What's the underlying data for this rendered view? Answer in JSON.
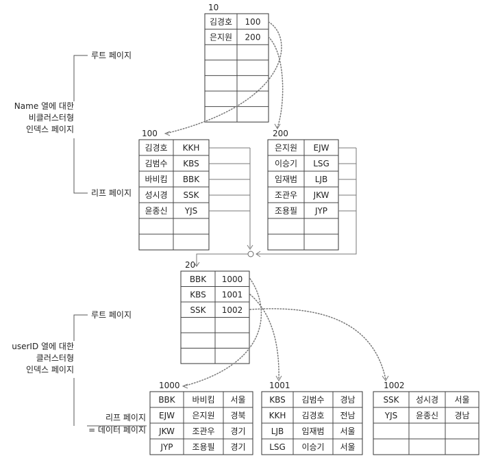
{
  "name_index": {
    "group_label": [
      "Name 열에 대한",
      "비클러스터형",
      "인덱스 페이지"
    ],
    "root_label": "루트 페이지",
    "leaf_label": "리프 페이지",
    "root_page": {
      "page_no": "10",
      "rows": [
        [
          "김경호",
          "100"
        ],
        [
          "은지원",
          "200"
        ],
        [
          "",
          ""
        ],
        [
          "",
          ""
        ],
        [
          "",
          ""
        ],
        [
          "",
          ""
        ],
        [
          "",
          ""
        ]
      ]
    },
    "leaf_pages": [
      {
        "page_no": "100",
        "rows": [
          [
            "김경호",
            "KKH"
          ],
          [
            "김범수",
            "KBS"
          ],
          [
            "바비킴",
            "BBK"
          ],
          [
            "성시경",
            "SSK"
          ],
          [
            "윤종신",
            "YJS"
          ],
          [
            "",
            ""
          ],
          [
            "",
            ""
          ]
        ]
      },
      {
        "page_no": "200",
        "rows": [
          [
            "은지원",
            "EJW"
          ],
          [
            "이승기",
            "LSG"
          ],
          [
            "임재범",
            "LJB"
          ],
          [
            "조관우",
            "JKW"
          ],
          [
            "조용필",
            "JYP"
          ],
          [
            "",
            ""
          ],
          [
            "",
            ""
          ]
        ]
      }
    ]
  },
  "userid_index": {
    "group_label": [
      "userID 열에 대한",
      "클러스터형",
      "인덱스 페이지"
    ],
    "root_label": "루트 페이지",
    "leaf_label": [
      "리프 페이지",
      "= 데이터 페이지"
    ],
    "root_page": {
      "page_no": "20",
      "rows": [
        [
          "BBK",
          "1000"
        ],
        [
          "KBS",
          "1001"
        ],
        [
          "SSK",
          "1002"
        ],
        [
          "",
          ""
        ],
        [
          "",
          ""
        ],
        [
          "",
          ""
        ]
      ]
    },
    "data_pages": [
      {
        "page_no": "1000",
        "rows": [
          [
            "BBK",
            "바비킴",
            "서울"
          ],
          [
            "EJW",
            "은지원",
            "경북"
          ],
          [
            "JKW",
            "조관우",
            "경기"
          ],
          [
            "JYP",
            "조용필",
            "경기"
          ]
        ]
      },
      {
        "page_no": "1001",
        "rows": [
          [
            "KBS",
            "김범수",
            "경남"
          ],
          [
            "KKH",
            "김경호",
            "전남"
          ],
          [
            "LJB",
            "임재범",
            "서울"
          ],
          [
            "LSG",
            "이승기",
            "서울"
          ]
        ]
      },
      {
        "page_no": "1002",
        "rows": [
          [
            "SSK",
            "성시경",
            "서울"
          ],
          [
            "YJS",
            "윤종신",
            "경남"
          ],
          [
            "",
            "",
            ""
          ],
          [
            "",
            "",
            ""
          ]
        ]
      }
    ]
  }
}
